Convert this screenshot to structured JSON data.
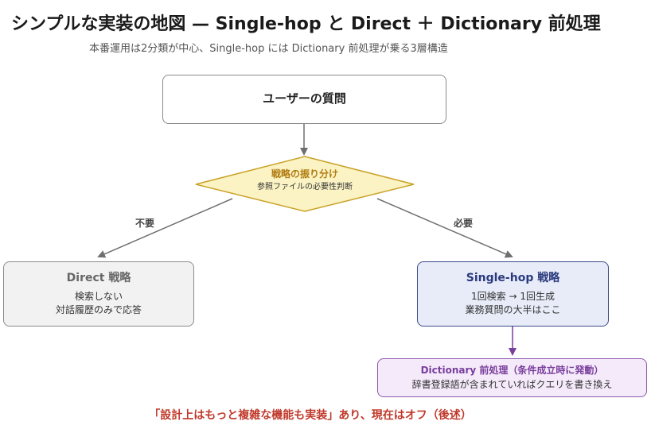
{
  "header": {
    "title": "シンプルな実装の地図 — Single-hop と Direct ＋ Dictionary 前処理",
    "subtitle": "本番運用は2分類が中心、Single-hop には Dictionary 前処理が乗る3層構造"
  },
  "nodes": {
    "question": {
      "label": "ユーザーの質問"
    },
    "decision": {
      "label": "戦略の振り分け",
      "detail": "参照ファイルの必要性判断"
    },
    "direct": {
      "label": "Direct 戦略",
      "line1": "検索しない",
      "line2": "対話履歴のみで応答"
    },
    "single_hop": {
      "label": "Single-hop 戦略",
      "line1": "1回検索 → 1回生成",
      "line2": "業務質問の大半はここ"
    },
    "dictionary": {
      "label": "Dictionary 前処理（条件成立時に発動）",
      "line1": "辞書登録語が含まれていればクエリを書き換え"
    }
  },
  "edges": {
    "not_needed": "不要",
    "needed": "必要"
  },
  "footer": {
    "note": "「設計上はもっと複雑な機能も実装」あり、現在はオフ（後述）"
  },
  "colors": {
    "decision_fill": "#fbf3c4",
    "decision_stroke": "#c9a227",
    "single_hop_accent": "#2b3a7e",
    "dictionary_accent": "#7a3e9c",
    "footer_text": "#c0392b"
  }
}
